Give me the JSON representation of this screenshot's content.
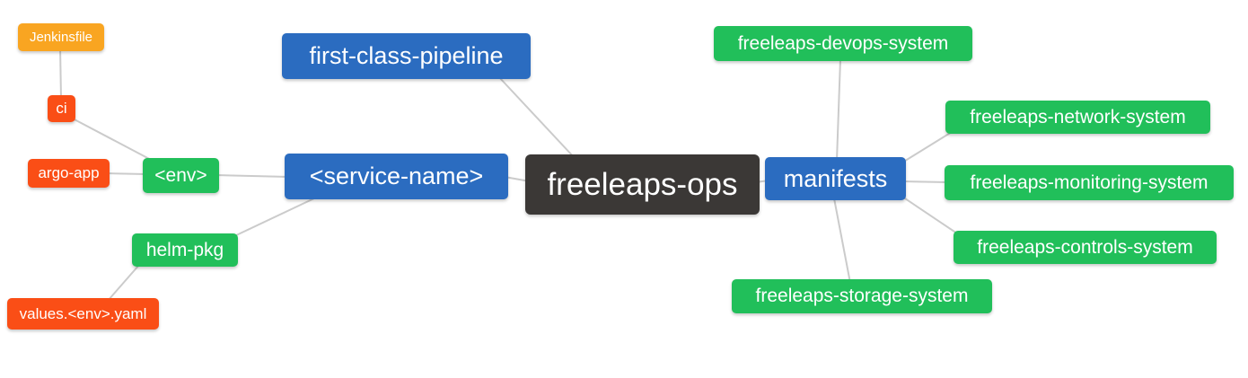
{
  "palette": {
    "background": "#ffffff",
    "text": "#ffffff",
    "edge": "#cbcbcb",
    "root": "#3b3836",
    "level2": "#2b6cc0",
    "level3": "#21bf5a",
    "level4": "#fa4e16",
    "level5": "#f9a521"
  },
  "nodes": {
    "root": {
      "label": "freeleaps-ops"
    },
    "pipeline": {
      "label": "first-class-pipeline"
    },
    "service": {
      "label": "<service-name>"
    },
    "manifests": {
      "label": "manifests"
    },
    "env": {
      "label": "<env>"
    },
    "helm_pkg": {
      "label": "helm-pkg"
    },
    "ci": {
      "label": "ci"
    },
    "argo_app": {
      "label": "argo-app"
    },
    "jenkinsfile": {
      "label": "Jenkinsfile"
    },
    "values_yaml": {
      "label": "values.<env>.yaml"
    },
    "devops": {
      "label": "freeleaps-devops-system"
    },
    "network": {
      "label": "freeleaps-network-system"
    },
    "monitoring": {
      "label": "freeleaps-monitoring-system"
    },
    "controls": {
      "label": "freeleaps-controls-system"
    },
    "storage": {
      "label": "freeleaps-storage-system"
    }
  }
}
